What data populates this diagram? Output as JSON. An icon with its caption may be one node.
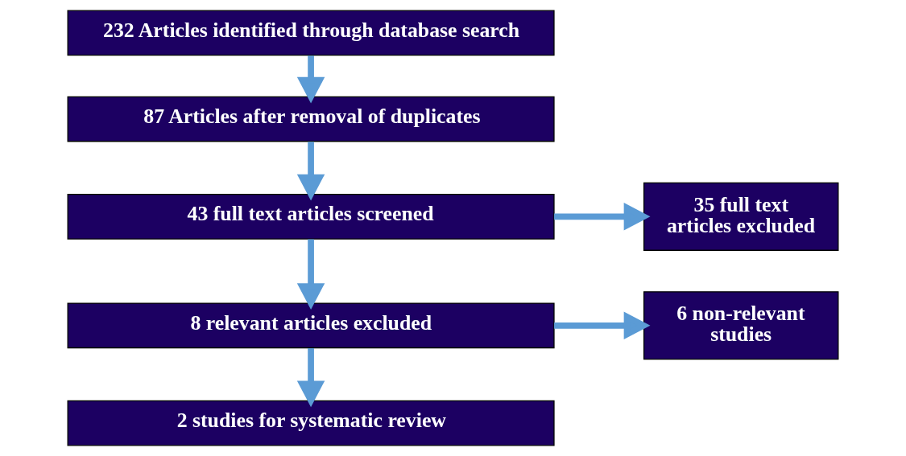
{
  "diagram": {
    "nodes": [
      {
        "text": [
          "232 Articles identified through database search"
        ]
      },
      {
        "text": [
          "87 Articles after removal of duplicates"
        ]
      },
      {
        "text": [
          "43 full text articles screened"
        ]
      },
      {
        "text": [
          "8 relevant articles excluded"
        ]
      },
      {
        "text": [
          "2 studies for systematic review"
        ]
      },
      {
        "text": [
          "35 full text articles excluded"
        ]
      },
      {
        "text": [
          "6 non-relevant studies"
        ]
      }
    ],
    "edges": [
      {
        "from": 0,
        "to": 1,
        "arrow": "to"
      },
      {
        "from": 1,
        "to": 2,
        "arrow": "to"
      },
      {
        "from": 2,
        "to": 5,
        "arrow": "to"
      },
      {
        "from": 2,
        "to": 3,
        "arrow": "to"
      },
      {
        "from": 3,
        "to": 6,
        "arrow": "to"
      },
      {
        "from": 3,
        "to": 4,
        "arrow": "to"
      }
    ]
  }
}
